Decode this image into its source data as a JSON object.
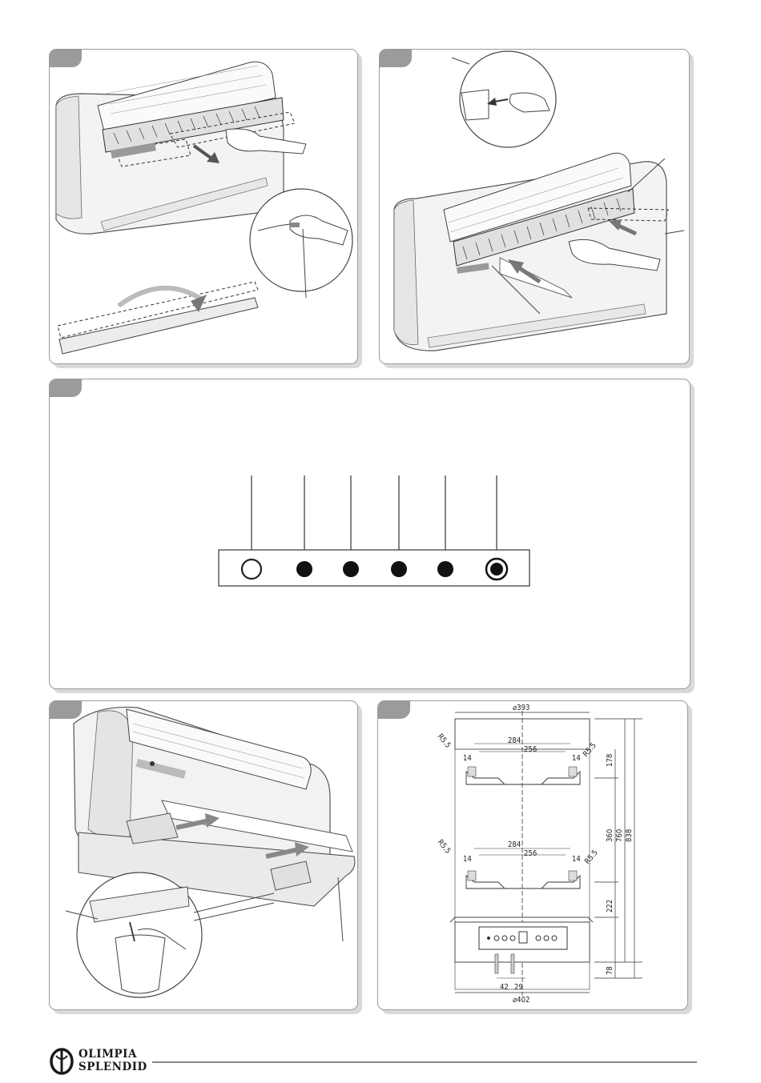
{
  "brand": {
    "line1": "OLIMPIA",
    "line2": "SPLENDID"
  },
  "panels": {
    "p1": {},
    "p2": {},
    "p3": {},
    "p4": {},
    "p5": {
      "dimensions": {
        "width_top": "⌀393",
        "width_bottom": "⌀402",
        "bracket_outer": "284",
        "bracket_inner": "256",
        "edge_left": "14",
        "edge_right": "14",
        "radius_left": "R5.5",
        "radius_right": "R5.5",
        "v_178": "178",
        "v_360": "360",
        "v_222": "222",
        "v_78": "78",
        "v_760": "760",
        "v_838": "838",
        "h_42": "42",
        "h_29": "29"
      }
    }
  },
  "control_panel": {
    "buttons": [
      "hollow",
      "filled",
      "filled",
      "filled",
      "filled",
      "ring"
    ]
  }
}
